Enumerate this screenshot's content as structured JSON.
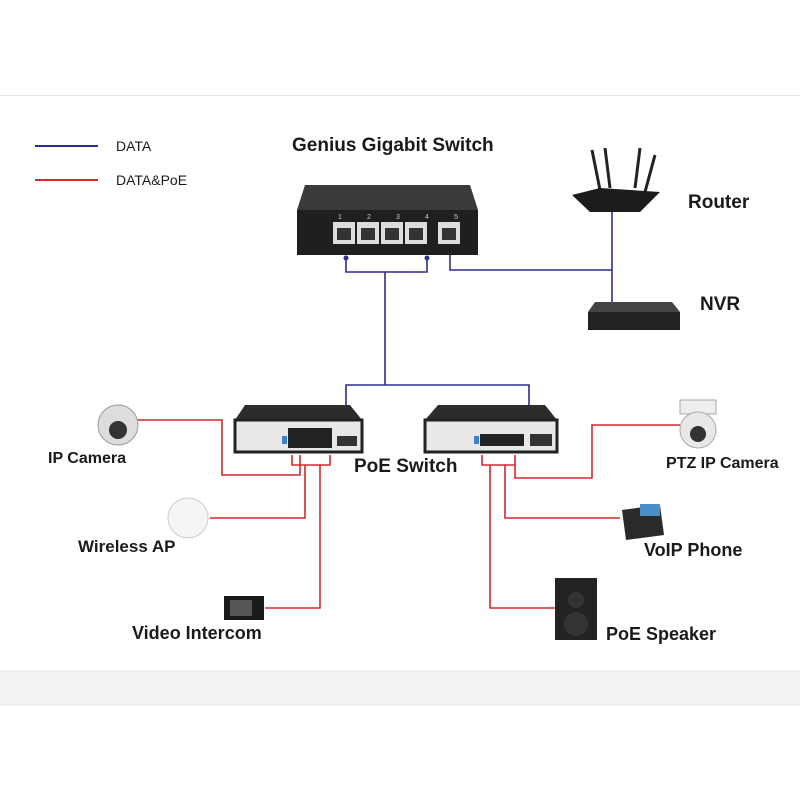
{
  "legend": [
    {
      "label": "DATA",
      "color": "#2e2e8c"
    },
    {
      "label": "DATA&PoE",
      "color": "#d42a2a"
    }
  ],
  "nodes": {
    "core_switch": "Genius Gigabit Switch",
    "router": "Router",
    "nvr": "NVR",
    "poe_switch": "PoE Switch",
    "ip_camera": "IP Camera",
    "wireless_ap": "Wireless AP",
    "video_intercom": "Video Intercom",
    "ptz_camera": "PTZ IP Camera",
    "voip_phone": "VoIP Phone",
    "poe_speaker": "PoE Speaker"
  },
  "core_switch_ports": [
    "1",
    "2",
    "3",
    "4",
    "5"
  ]
}
